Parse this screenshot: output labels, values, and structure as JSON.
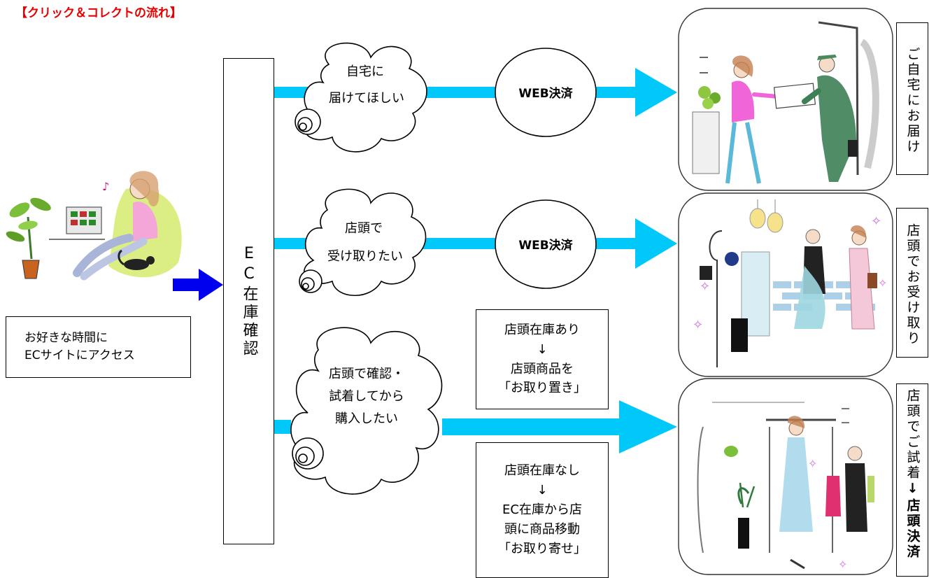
{
  "title": "【クリック＆コレクトの流れ】",
  "access": {
    "text": "お好きな時間に\nECサイトにアクセス"
  },
  "ec_stock": {
    "text": "EC在庫確認"
  },
  "routes": [
    {
      "thought": [
        "自宅に",
        "届けてほしい"
      ],
      "payment": "WEB決済",
      "result": "ご自宅にお届け"
    },
    {
      "thought": [
        "店頭で",
        "受け取りたい"
      ],
      "payment": "WEB決済",
      "result": "店頭でお受け取り"
    },
    {
      "thought": [
        "店頭で確認・",
        "試着してから",
        "購入したい"
      ],
      "result_normal": "店頭でご試着",
      "result_arrow": "↓",
      "result_bold": "店頭決済"
    }
  ],
  "stock_yes": {
    "text": "店頭在庫あり\n↓\n店頭商品を\n「お取り置き」"
  },
  "stock_no": {
    "text": "店頭在庫なし\n↓\nEC在庫から店\n頭に商品移動\n「お取り寄せ」"
  },
  "colors": {
    "connector": "#00c8f8",
    "entry_arrow": "#0000ee",
    "title": "#e60000"
  }
}
